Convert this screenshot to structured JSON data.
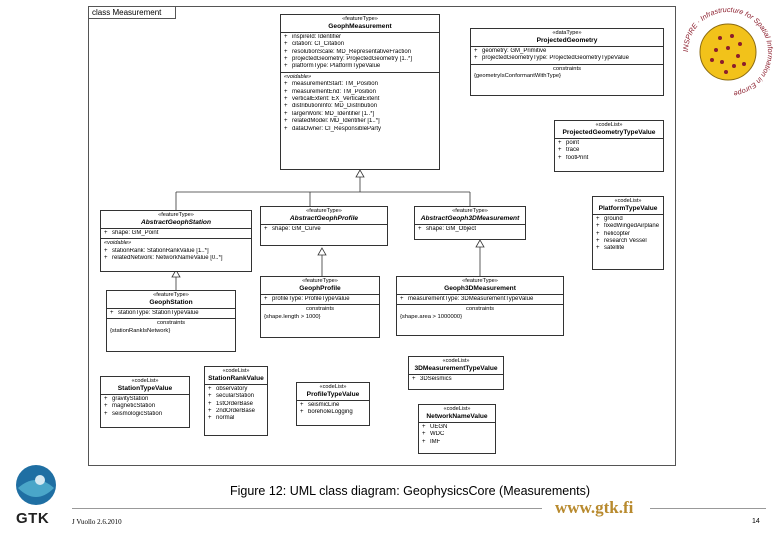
{
  "frame_label": "class Measurement",
  "classes": {
    "geophmeas": {
      "stereotype": "«featureType»",
      "name": "GeophMeasurement",
      "attributes": [
        {
          "v": "+",
          "t": "inspireId:  Identifier"
        },
        {
          "v": "+",
          "t": "citation:  CI_Citation"
        },
        {
          "v": "+",
          "t": "resolutionScale:  MD_RepresentativeFraction"
        },
        {
          "v": "+",
          "t": "projectedGeometry:  ProjectedGeometry [1..*]"
        },
        {
          "v": "+",
          "t": "platformType:  PlatformTypeValue"
        }
      ],
      "section_label": "«voidable»",
      "voidable": [
        {
          "v": "+",
          "t": "measurementStart:  TM_Position"
        },
        {
          "v": "+",
          "t": "measurementEnd:  TM_Position"
        },
        {
          "v": "+",
          "t": "verticalExtent:  EX_VerticalExtent"
        },
        {
          "v": "+",
          "t": "distributionInfo:  MD_Distribution"
        },
        {
          "v": "+",
          "t": "largerWork:  MD_Identifier [1..*]"
        },
        {
          "v": "+",
          "t": "relatedModel:  MD_Identifier [1..*]"
        },
        {
          "v": "+",
          "t": "dataOwner:  CI_ResponsibleParty"
        }
      ]
    },
    "projgeom": {
      "stereotype": "«dataType»",
      "name": "ProjectedGeometry",
      "attributes": [
        {
          "v": "+",
          "t": "geometry:  GM_Primitive"
        },
        {
          "v": "+",
          "t": "projectedGeometryType:  ProjectedGeometryTypeValue"
        }
      ],
      "constraints_title": "constraints",
      "constraints": "{geometryIsConformantWithType}"
    },
    "projgeomtype": {
      "stereotype": "«codeList»",
      "name": "ProjectedGeometryTypeValue",
      "values": [
        {
          "v": "+",
          "t": "point"
        },
        {
          "v": "+",
          "t": "trace"
        },
        {
          "v": "+",
          "t": "footPrint"
        }
      ]
    },
    "platformtype": {
      "stereotype": "«codeList»",
      "name": "PlatformTypeValue",
      "values": [
        {
          "v": "+",
          "t": "ground"
        },
        {
          "v": "+",
          "t": "fixedWingedAirplane"
        },
        {
          "v": "+",
          "t": "helicopter"
        },
        {
          "v": "+",
          "t": "research Vessel"
        },
        {
          "v": "+",
          "t": "satellite"
        }
      ]
    },
    "absstation": {
      "stereotype": "«featureType»",
      "name": "AbstractGeophStation",
      "attributes": [
        {
          "v": "+",
          "t": "shape:  GM_Point"
        }
      ],
      "section_label": "«voidable»",
      "voidable": [
        {
          "v": "+",
          "t": "stationRank:  StationRankValue [1..*]"
        },
        {
          "v": "+",
          "t": "relatedNetwork:  NetworkNameValue [0..*]"
        }
      ]
    },
    "absprofile": {
      "stereotype": "«featureType»",
      "name": "AbstractGeophProfile",
      "attributes": [
        {
          "v": "+",
          "t": "shape:  GM_Curve"
        }
      ]
    },
    "abs3d": {
      "stereotype": "«featureType»",
      "name": "AbstractGeoph3DMeasurement",
      "attributes": [
        {
          "v": "+",
          "t": "shape:  GM_Object"
        }
      ]
    },
    "station": {
      "stereotype": "«featureType»",
      "name": "GeophStation",
      "attributes": [
        {
          "v": "+",
          "t": "stationType:  StationTypeValue"
        }
      ],
      "constraints_title": "constraints",
      "constraints": "{stationRankIsNetwork}"
    },
    "profile": {
      "stereotype": "«featureType»",
      "name": "GeophProfile",
      "attributes": [
        {
          "v": "+",
          "t": "profileType:  ProfileTypeValue"
        }
      ],
      "constraints_title": "constraints",
      "constraints": "{shape.length > 1000}"
    },
    "meas3d": {
      "stereotype": "«featureType»",
      "name": "Geoph3DMeasurement",
      "attributes": [
        {
          "v": "+",
          "t": "measurementType:  3DMeasurementTypeValue"
        }
      ],
      "constraints_title": "constraints",
      "constraints": "{shape.area > 1000000}"
    },
    "stationtype": {
      "stereotype": "«codeList»",
      "name": "StationTypeValue",
      "values": [
        {
          "v": "+",
          "t": "gravityStation"
        },
        {
          "v": "+",
          "t": "magneticStation"
        },
        {
          "v": "+",
          "t": "seismologicStation"
        }
      ]
    },
    "stationrank": {
      "stereotype": "«codeList»",
      "name": "StationRankValue",
      "values": [
        {
          "v": "+",
          "t": "observatory"
        },
        {
          "v": "+",
          "t": "secularStation"
        },
        {
          "v": "+",
          "t": "1stOrderBase"
        },
        {
          "v": "+",
          "t": "2ndOrderBase"
        },
        {
          "v": "+",
          "t": "normal"
        }
      ]
    },
    "profiletype": {
      "stereotype": "«codeList»",
      "name": "ProfileTypeValue",
      "values": [
        {
          "v": "+",
          "t": "seismicLine"
        },
        {
          "v": "+",
          "t": "boreholeLogging"
        }
      ]
    },
    "meas3dtype": {
      "stereotype": "«codeList»",
      "name": "3DMeasurementTypeValue",
      "values": [
        {
          "v": "+",
          "t": "3DSeismics"
        }
      ]
    },
    "networkname": {
      "stereotype": "«codeList»",
      "name": "NetworkNameValue",
      "values": [
        {
          "v": "+",
          "t": "UEGN"
        },
        {
          "v": "+",
          "t": "WDC"
        },
        {
          "v": "+",
          "t": "IMF"
        }
      ]
    }
  },
  "caption": "Figure 12: UML class diagram: GeophysicsCore (Measurements)",
  "footer": {
    "left": "J Vuollo 2.6.2010",
    "url": "www.gtk.fi",
    "page": "14"
  },
  "logos": {
    "gtk": "GTK",
    "inspire_ring": "INSPIRE · Infrastructure for Spatial Information in Europe"
  },
  "colors": {
    "gold": "#b88a2e",
    "gtk_blue": "#1f6fa3",
    "inspire_yellow": "#f2c21a",
    "inspire_red": "#8b1d2c"
  }
}
